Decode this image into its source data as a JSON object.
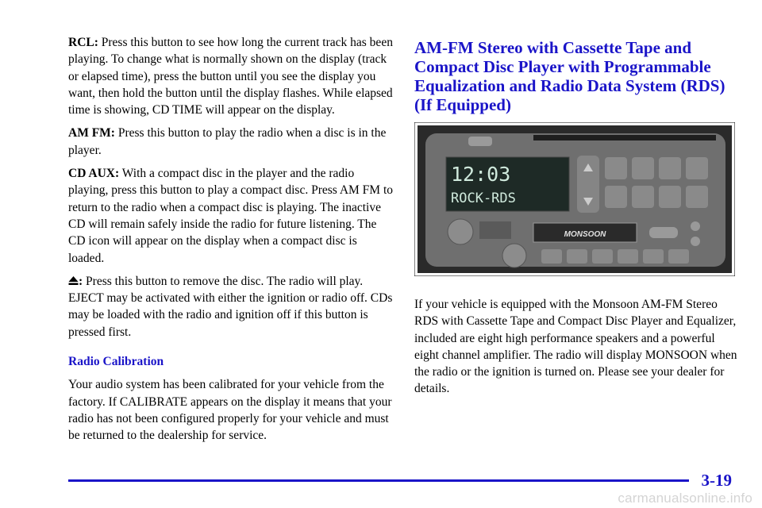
{
  "left": {
    "rcl": {
      "term": "RCL:",
      "text": " Press this button to see how long the current track has been playing. To change what is normally shown on the display (track or elapsed time), press the button until you see the display you want, then hold the button until the display flashes. While elapsed time is showing, CD TIME will appear on the display."
    },
    "amfm": {
      "term": "AM FM:",
      "text": " Press this button to play the radio when a disc is in the player."
    },
    "cdaux": {
      "term": "CD AUX:",
      "text": " With a compact disc in the player and the radio playing, press this button to play a compact disc. Press AM FM to return to the radio when a compact disc is playing. The inactive CD will remain safely inside the radio for future listening. The CD icon will appear on the display when a compact disc is loaded."
    },
    "eject": {
      "term": ":",
      "text": " Press this button to remove the disc. The radio will play. EJECT may be activated with either the ignition or radio off. CDs may be loaded with the radio and ignition off if this button is pressed first."
    },
    "calibration_heading": "Radio Calibration",
    "calibration_text": "Your audio system has been calibrated for your vehicle from the factory. If CALIBRATE appears on the display it means that your radio has not been configured properly for your vehicle and must be returned to the dealership for service."
  },
  "right": {
    "heading": "AM-FM Stereo with Cassette Tape and Compact Disc Player with Programmable Equalization and Radio Data System (RDS) (If Equipped)",
    "photo": {
      "display_time": "12:03",
      "display_line2": "ROCK-RDS",
      "brand": "MONSOON"
    },
    "body": "If your vehicle is equipped with the Monsoon AM-FM Stereo RDS with Cassette Tape and Compact Disc Player and Equalizer, included are eight high performance speakers and a powerful eight channel amplifier. The radio will display MONSOON when the radio or the ignition is turned on. Please see your dealer for details."
  },
  "footer": {
    "page_number": "3-19",
    "watermark": "carmanualsonline.info"
  }
}
